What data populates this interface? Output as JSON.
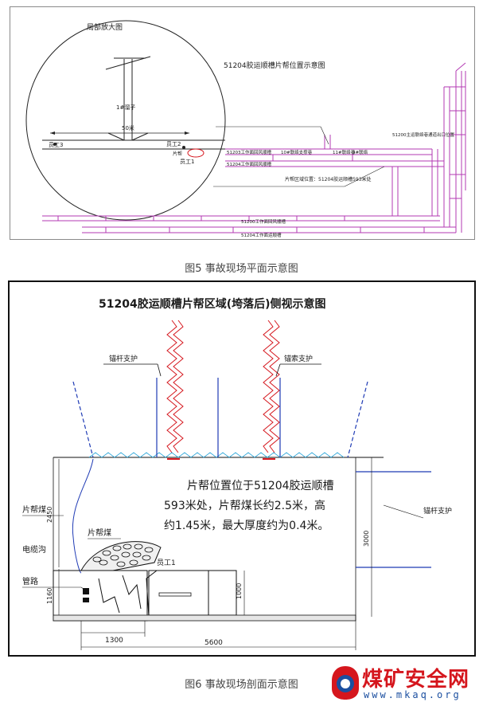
{
  "figure5": {
    "caption": "图5 事故现场平面示意图",
    "labels": {
      "enlarged_view": "局部放大图",
      "title": "51204胶运顺槽片帮位置示意图",
      "gate_left": "1#溜子",
      "distance": "50米",
      "worker3": "员工3",
      "worker2": "员工2",
      "worker1": "员工1",
      "tunnel_a": "51203工作面回风顺槽",
      "tunnel_b": "10#联络支撑巷",
      "tunnel_c": "51204工作面回风顺槽",
      "tunnel_d": "11#联络巷",
      "tunnel_e": "9#联络",
      "right_note": "51200主运联络巷通道出口位置",
      "location_note": "片帮区域位置：51204胶运顺槽593米处",
      "tunnel_f": "51200工作面回风顺槽",
      "tunnel_g": "51204工作面运顺槽",
      "small_r": "片帮"
    }
  },
  "figure6": {
    "caption": "图6 事故现场剖面示意图",
    "title": "51204胶运顺槽片帮区域(垮落后)侧视示意图",
    "bolt_support_left": "锚杆支护",
    "cable_support": "锚索支护",
    "bolt_support_right": "锚杆支护",
    "description_line1": "片帮位置位于51204胶运顺槽",
    "description_line2": "593米处，片帮煤长约2.5米，高",
    "description_line3": "约1.45米，最大厚度约为0.4米。",
    "rib_spall_coal": "片帮煤",
    "spalled_coal": "片帮煤",
    "cable_trench": "电缆沟",
    "pipe": "管路",
    "worker1": "员工1",
    "dim_2450": "2450",
    "dim_1160": "1160",
    "dim_1000": "1000",
    "dim_1300": "1300",
    "dim_5600": "5600",
    "dim_3000": "3000"
  },
  "watermark": {
    "name": "煤矿安全网",
    "url": "www.mkaq.org"
  },
  "colors": {
    "magenta": "#b33ab3",
    "blue": "#1f3bb5",
    "red": "#d5161d",
    "dark": "#1a1a1a"
  }
}
